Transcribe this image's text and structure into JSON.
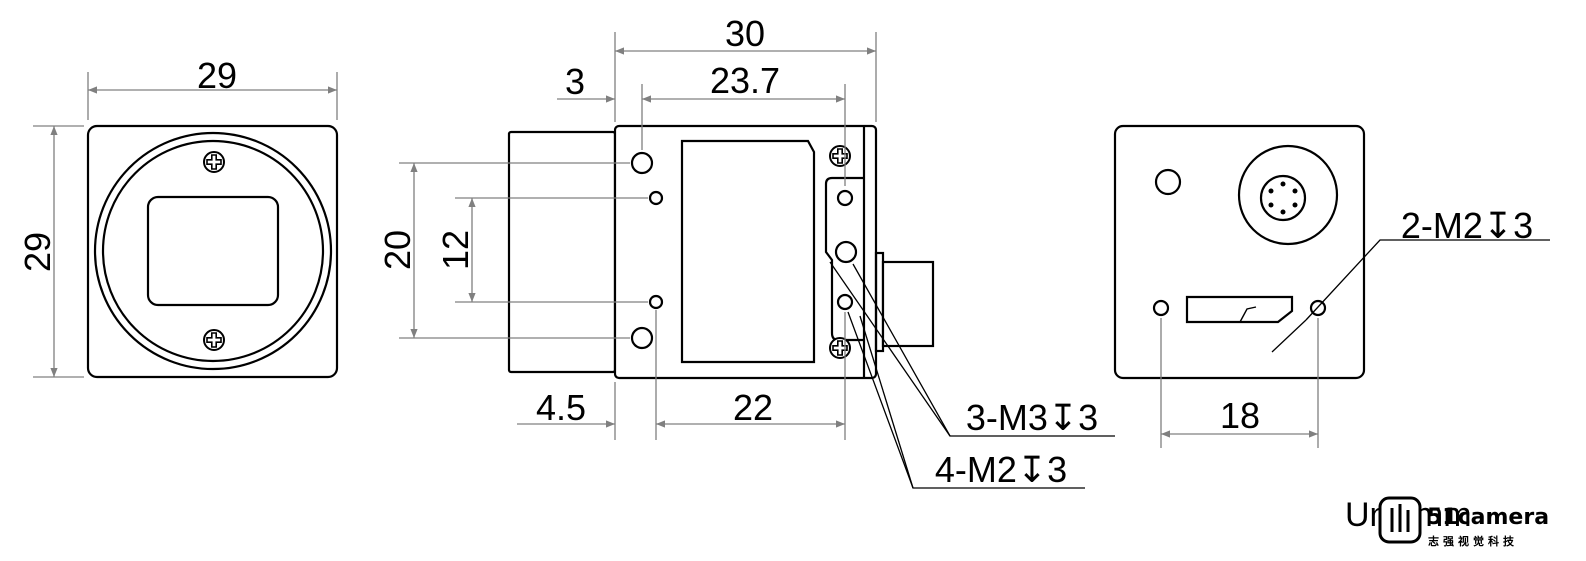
{
  "front_view": {
    "width_dim": "29",
    "height_dim": "29"
  },
  "side_view": {
    "dim_overall_length": "30",
    "dim_front_offset": "3",
    "dim_top_holes_span": "23.7",
    "dim_outer_holes_spacing": "20",
    "dim_inner_holes_spacing": "12",
    "dim_lens_offset": "4.5",
    "dim_bottom_holes_span": "22",
    "callout_m3": "3-M3↧3",
    "callout_m2": "4-M2↧3"
  },
  "rear_view": {
    "dim_hole_spacing": "18",
    "callout_m2": "2-M2↧3"
  },
  "footer": {
    "unit_label": "Unit:mm",
    "logo_wordmark": "51camera",
    "logo_subtitle": "志强视觉科技"
  }
}
